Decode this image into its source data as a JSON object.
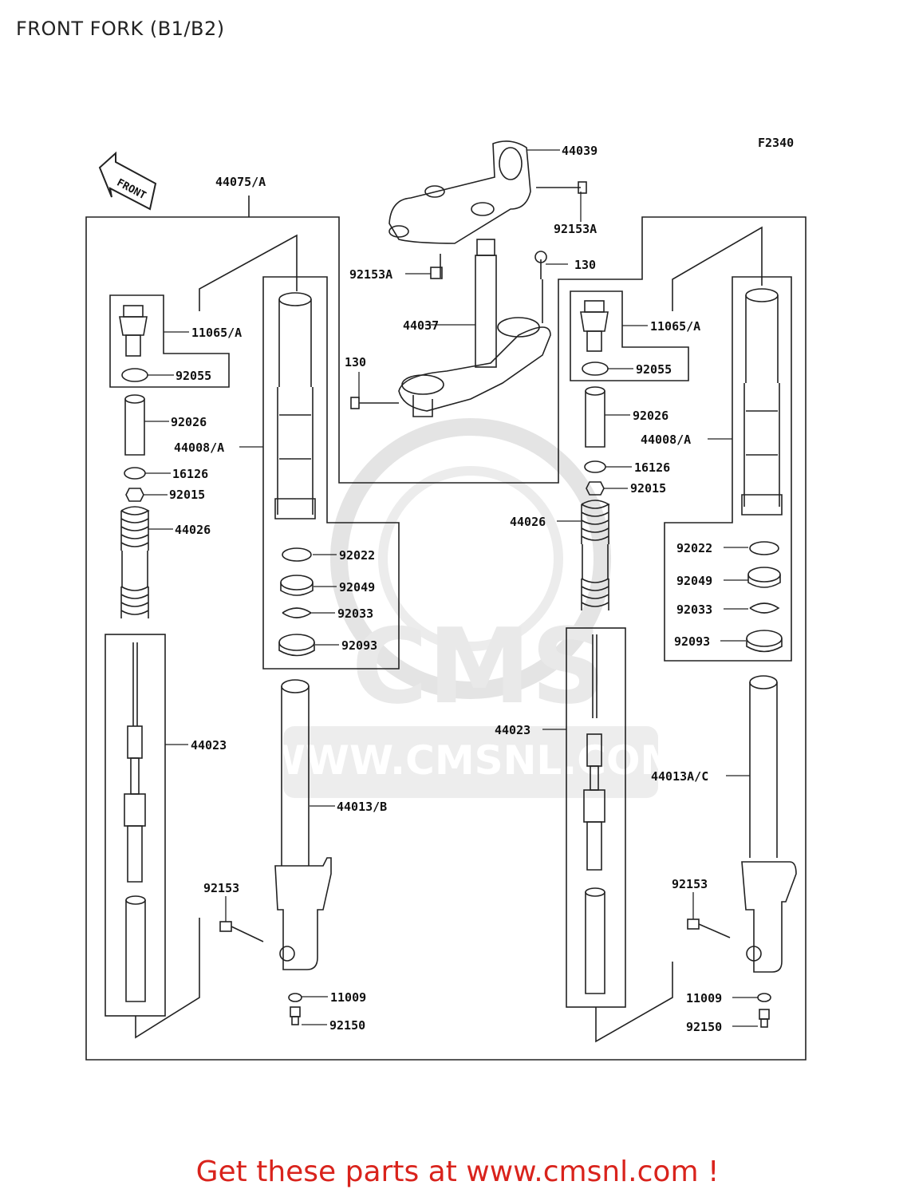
{
  "page": {
    "title": "FRONT FORK (B1/B2)",
    "figure_code": "F2340",
    "front_marker": "FRONT",
    "footer": "Get these parts at www.cmsnl.com !"
  },
  "watermark": {
    "brand": "CMS",
    "url": "WWW.CMSNL.COM",
    "color": "#e6e6e6"
  },
  "colors": {
    "line": "#222222",
    "footer_text": "#d9231c"
  },
  "callouts": {
    "assembly": "44075/A",
    "upper_bracket": "44039",
    "bracket_bolt_right": "92153A",
    "bracket_bolt_left": "92153A",
    "stem_bolt_right": "130",
    "stem_bolt_left": "130",
    "stem": "44037",
    "left_cap": "11065/A",
    "left_oring": "92055",
    "left_spacer": "92026",
    "left_outer_tube": "44008/A",
    "left_seat": "16126",
    "left_nut": "92015",
    "left_spring": "44026",
    "left_washer": "92022",
    "left_oil_seal": "92049",
    "left_snap_ring": "92033",
    "left_dust_seal": "92093",
    "left_cylinder": "44023",
    "left_inner_tube": "44013/B",
    "left_axle_bolt": "92153",
    "left_gasket": "11009",
    "left_bottom_bolt": "92150",
    "right_cap": "11065/A",
    "right_oring": "92055",
    "right_spacer": "92026",
    "right_outer_tube": "44008/A",
    "right_seat": "16126",
    "right_nut": "92015",
    "right_spring": "44026",
    "right_washer": "92022",
    "right_oil_seal": "92049",
    "right_snap_ring": "92033",
    "right_dust_seal": "92093",
    "right_cylinder": "44023",
    "right_inner_tube": "44013A/C",
    "right_axle_bolt": "92153",
    "right_gasket": "11009",
    "right_bottom_bolt": "92150"
  }
}
